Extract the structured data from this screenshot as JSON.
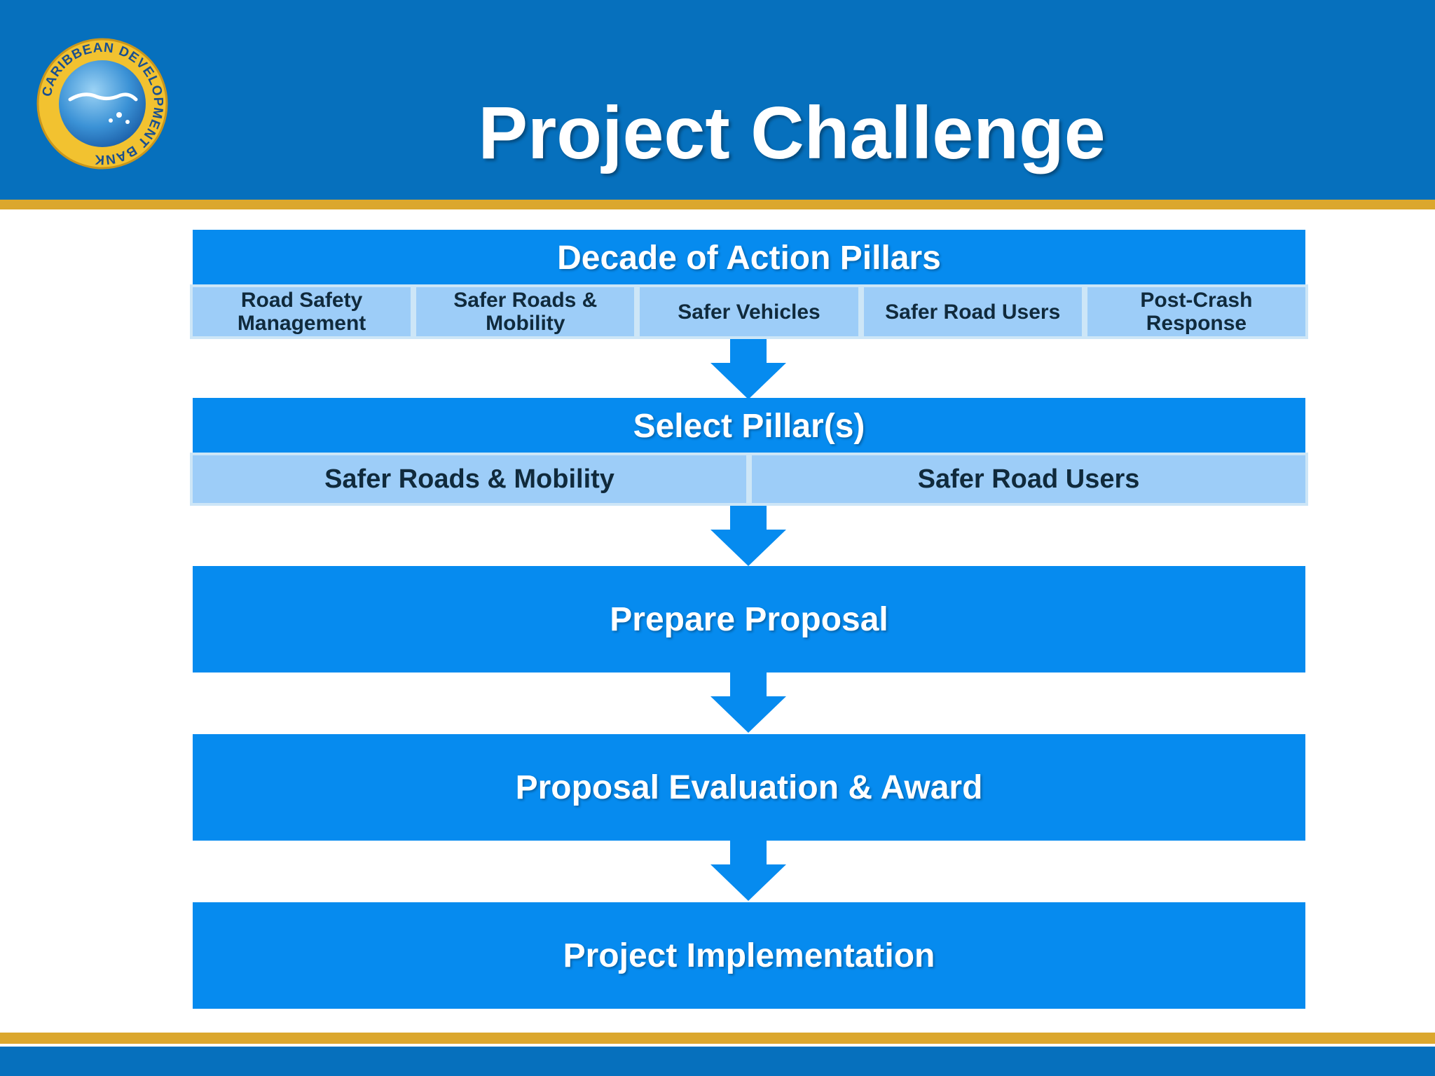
{
  "header": {
    "title": "Project Challenge",
    "logo": {
      "top_text": "CARIBBEAN DEVELOPMENT BANK"
    }
  },
  "pillars": {
    "heading": "Decade of Action Pillars",
    "items": [
      {
        "line1": "Road Safety",
        "line2": "Management"
      },
      {
        "line1": "Safer Roads &",
        "line2": "Mobility"
      },
      {
        "line1": "Safer Vehicles",
        "line2": ""
      },
      {
        "line1": "Safer Road Users",
        "line2": ""
      },
      {
        "line1": "Post-Crash",
        "line2": "Response"
      }
    ]
  },
  "select": {
    "heading": "Select Pillar(s)",
    "items": [
      "Safer Roads & Mobility",
      "Safer Road Users"
    ]
  },
  "steps": [
    "Prepare Proposal",
    "Proposal Evaluation & Award",
    "Project Implementation"
  ],
  "colors": {
    "header_blue": "#0670bd",
    "gold": "#dba72e",
    "bar_blue": "#068bef",
    "cell_blue": "#9dcdf8"
  }
}
